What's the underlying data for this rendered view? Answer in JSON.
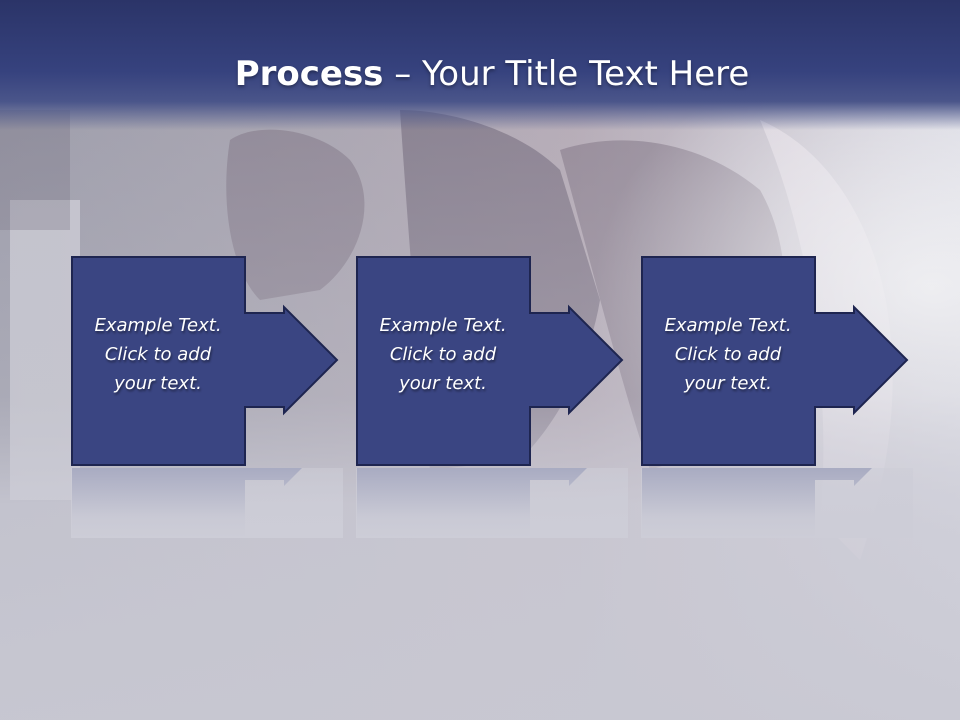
{
  "slide": {
    "title_bold": "Process",
    "title_rest": " – Your Title Text Here"
  },
  "steps": [
    {
      "line1": "Example Text.",
      "line2": "Click  to add",
      "line3": "your text."
    },
    {
      "line1": "Example Text.",
      "line2": "Click  to add",
      "line3": "your text."
    },
    {
      "line1": "Example Text.",
      "line2": "Click  to add",
      "line3": "your text."
    }
  ],
  "colors": {
    "title_bar": "#36427e",
    "box_fill": "#3a4582",
    "box_border": "#1e2550",
    "text": "#ffffff"
  }
}
